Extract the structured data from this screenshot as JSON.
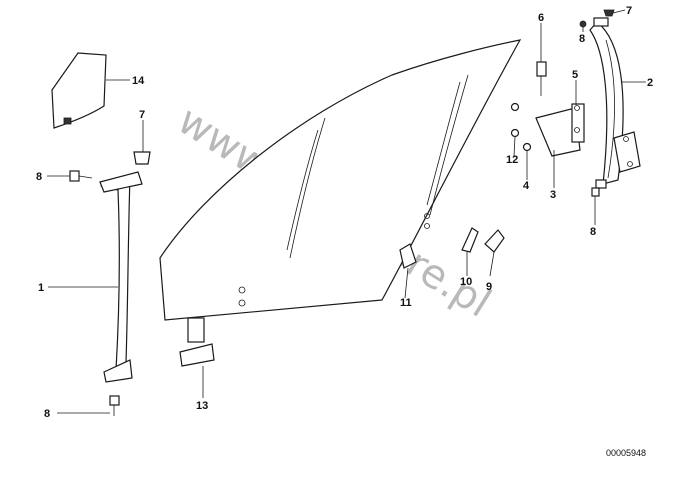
{
  "watermark": "www.BMWstore.pl",
  "diagram_code": "00005948",
  "labels": {
    "l1": "1",
    "l2": "2",
    "l3": "3",
    "l4": "4",
    "l5": "5",
    "l6": "6",
    "l7a": "7",
    "l7b": "7",
    "l8a": "8",
    "l8b": "8",
    "l8c": "8",
    "l8d": "8",
    "l9": "9",
    "l10": "10",
    "l11": "11",
    "l12": "12",
    "l13": "13",
    "l14": "14"
  }
}
